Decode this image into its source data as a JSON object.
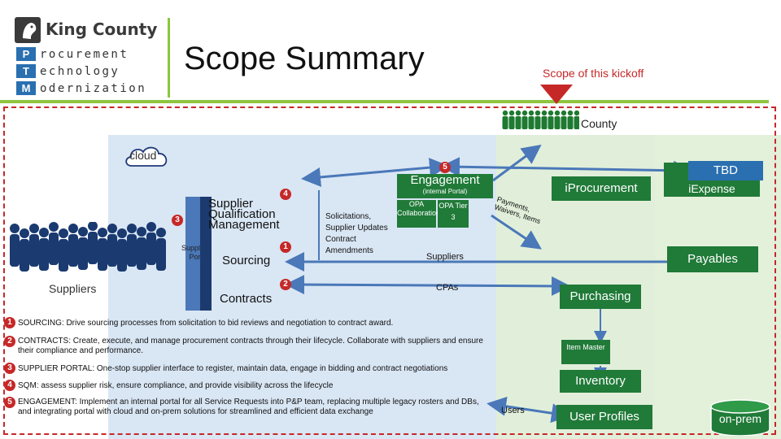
{
  "header": {
    "logo_text": "King County",
    "ptm": [
      {
        "letter": "P",
        "rest": "rocurement"
      },
      {
        "letter": "T",
        "rest": "echnology"
      },
      {
        "letter": "M",
        "rest": "odernization"
      }
    ],
    "title": "Scope Summary",
    "kickoff_label": "Scope of this kickoff"
  },
  "diagram": {
    "county_label": "County",
    "cloud_label": "cloud",
    "suppliers_label": "Suppliers",
    "supplier_portal_label": "Supplier Portal",
    "supplier_qualification_label": "Supplier Qualification Management",
    "sourcing_label": "Sourcing",
    "contracts_label": "Contracts",
    "solicitations_text": "Solicitations, Supplier Updates Contract Amendments",
    "engagement_label": "Engagement",
    "internal_portal_label": "(internal Portal)",
    "opa_collab_label": "OPA Collaboration",
    "opa_tier_label": "OPA Tier 3",
    "payments_text": "Payments, Waivers, Items",
    "iprocurement_label": "iProcurement",
    "tbd_label": "TBD",
    "iexpense_label": "iExpense",
    "suppliers_arrow_label": "Suppliers",
    "payables_label": "Payables",
    "cpas_label": "CPAs",
    "purchasing_label": "Purchasing",
    "item_master_label": "Item Master",
    "inventory_label": "Inventory",
    "users_label": "Users",
    "user_profiles_label": "User Profiles",
    "onprem_label": "on-prem",
    "badges": {
      "engagement": "5",
      "supplier_qualification": "4",
      "supplier_portal": "3",
      "sourcing": "1",
      "contracts": "2"
    }
  },
  "descriptions": [
    {
      "num": "1",
      "text": "SOURCING: Drive sourcing processes from solicitation to bid reviews and negotiation to contract award."
    },
    {
      "num": "2",
      "text": "CONTRACTS: Create, execute, and manage procurement contracts through their lifecycle. Collaborate with suppliers and ensure their compliance and performance."
    },
    {
      "num": "3",
      "text": "SUPPLIER PORTAL: One-stop supplier interface to register, maintain data, engage in bidding and contract negotiations"
    },
    {
      "num": "4",
      "text": "SQM: assess supplier risk, ensure compliance, and provide visibility across the lifecycle"
    },
    {
      "num": "5",
      "text": "ENGAGEMENT: Implement an internal portal for all Service Requests into P&P team, replacing multiple legacy rosters and DBs, and integrating portal with cloud and on-prem solutions for streamlined and efficient data exchange"
    }
  ],
  "colors": {
    "ptm_box": "#2a6fb0",
    "accent_green": "#8dc63f",
    "dark_green": "#207a38",
    "red_dash": "#c62828",
    "cloud_region": "#d9e6f4",
    "onprem_region": "#e2efd8",
    "arrow_blue": "#4a78b8",
    "figure_blue": "#1a3a70",
    "figure_green": "#1e7a30"
  }
}
